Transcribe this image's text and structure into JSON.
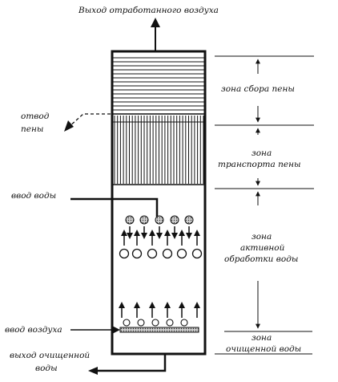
{
  "labels": {
    "air_exit": "Выход отработанного воздуха",
    "foam_out_1": "отвод",
    "foam_out_2": "пены",
    "water_in": "ввод воды",
    "air_in": "ввод воздуха",
    "clean_out_1": "выход очищенной",
    "clean_out_2": "воды"
  },
  "zones": [
    {
      "lines": [
        "зона сбора пены"
      ]
    },
    {
      "lines": [
        "зона",
        "транспорта пены"
      ]
    },
    {
      "lines": [
        "зона",
        "активной",
        "обработки воды"
      ]
    },
    {
      "lines": [
        "зона",
        "очищенной воды"
      ]
    }
  ],
  "colors": {
    "ink": "#111111",
    "bubble": "#6e6e6e",
    "background": "#ffffff"
  }
}
